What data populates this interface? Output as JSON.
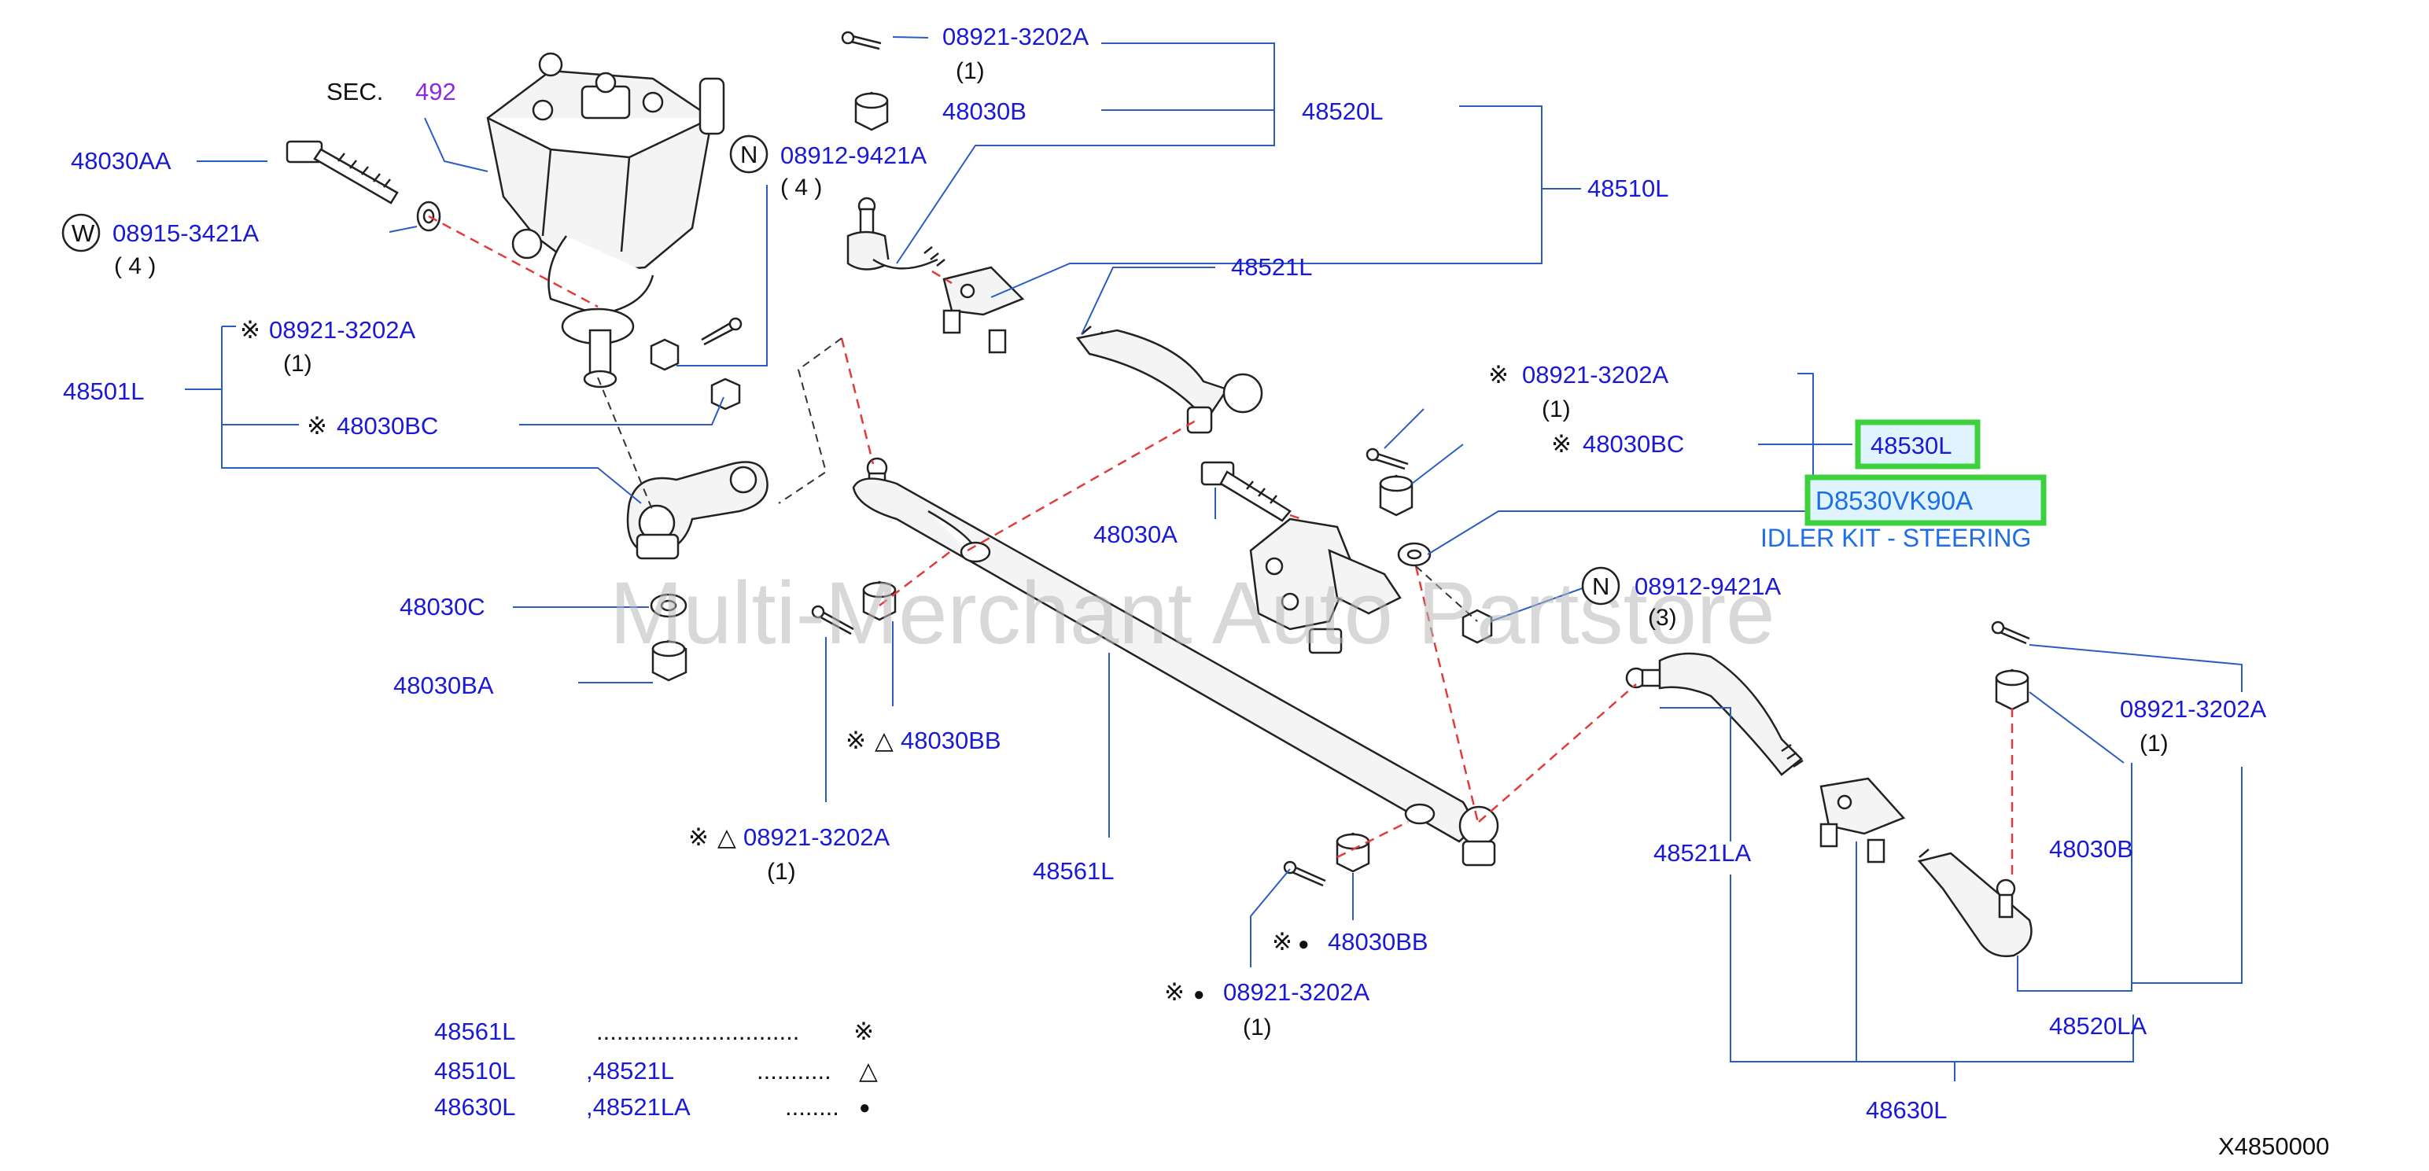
{
  "labels": {
    "sec": "SEC.",
    "sec_num": "492",
    "p_48030AA": "48030AA",
    "p_08915_3421A": "08915-3421A",
    "q_08915": "( 4 )",
    "p_08921_top": "08921-3202A",
    "q_08921_top": "(1)",
    "p_48030B_top": "48030B",
    "p_48520L": "48520L",
    "p_08912_top": "08912-9421A",
    "q_08912_top": "( 4 )",
    "p_48510L": "48510L",
    "p_48521L": "48521L",
    "p_08921_left": "08921-3202A",
    "q_08921_left": "(1)",
    "p_48501L": "48501L",
    "p_48030BC_left": "48030BC",
    "p_08921_mid": "08921-3202A",
    "q_08921_mid": "(1)",
    "p_48030BC_mid": "48030BC",
    "p_48530L": "48530L",
    "p_kit": "D8530VK90A",
    "kit_desc": "IDLER KIT - STEERING",
    "p_48030A": "48030A",
    "p_08912_mid": "08912-9421A",
    "q_08912_mid": "(3)",
    "p_48030C": "48030C",
    "p_48030BA": "48030BA",
    "p_48030BB_a": "48030BB",
    "p_08921_b": "08921-3202A",
    "q_08921_b": "(1)",
    "p_48561L": "48561L",
    "p_08921_right": "08921-3202A",
    "q_08921_right": "(1)",
    "p_48521LA": "48521LA",
    "p_48030B_right": "48030B",
    "p_48030BB_b": "48030BB",
    "p_08921_c": "08921-3202A",
    "q_08921_c": "(1)",
    "p_48520LA": "48520LA",
    "p_48630L": "48630L",
    "diagram_id": "X4850000",
    "watermark": "Multi-Merchant Auto Partstore",
    "n_mark": "N",
    "w_mark": "W"
  },
  "marks": {
    "kome": "※",
    "triangle": "△",
    "dot": "●"
  },
  "legend": [
    {
      "part": "48561L",
      "extra": "",
      "dots": "..............................",
      "symbol": "※"
    },
    {
      "part": "48510L",
      "extra": ",48521L",
      "dots": "...........",
      "symbol": "△"
    },
    {
      "part": "48630L",
      "extra": ",48521LA",
      "dots": "........",
      "symbol": "●"
    }
  ],
  "colors": {
    "part_number": "#1a1ad6",
    "highlight": "#3ed13e",
    "kit_text": "#1e6ee8",
    "section": "#8a2be2",
    "dashed_line": "#e23b3b"
  }
}
